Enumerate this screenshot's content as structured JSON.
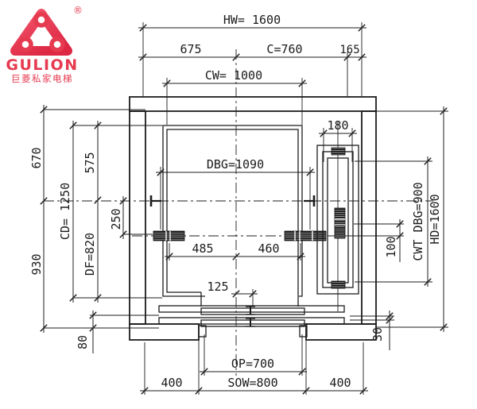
{
  "logo": {
    "brand": "GULION",
    "chinese": "巨菱私家电梯",
    "registered": "®",
    "brand_color": "#e63a50"
  },
  "drawing": {
    "line_color": "#1c1c1c",
    "dims": {
      "hw": "HW= 1600",
      "d675": "675",
      "c": "C=760",
      "d165": "165",
      "cw": "CW= 1000",
      "d180": "180",
      "dbg": "DBG=1090",
      "d670": "670",
      "d930": "930",
      "cd": "CD= 1250",
      "d575": "575",
      "df": "DF=820",
      "d250": "250",
      "d485": "485",
      "d460": "460",
      "d125": "125",
      "d100": "100",
      "cwt_dbg": "CWT DBG=900",
      "hd": "HD=1600",
      "d80": "80",
      "d30": "30",
      "op": "OP=700",
      "sow": "SOW=800",
      "d400_left": "400",
      "d400_right": "400"
    }
  }
}
